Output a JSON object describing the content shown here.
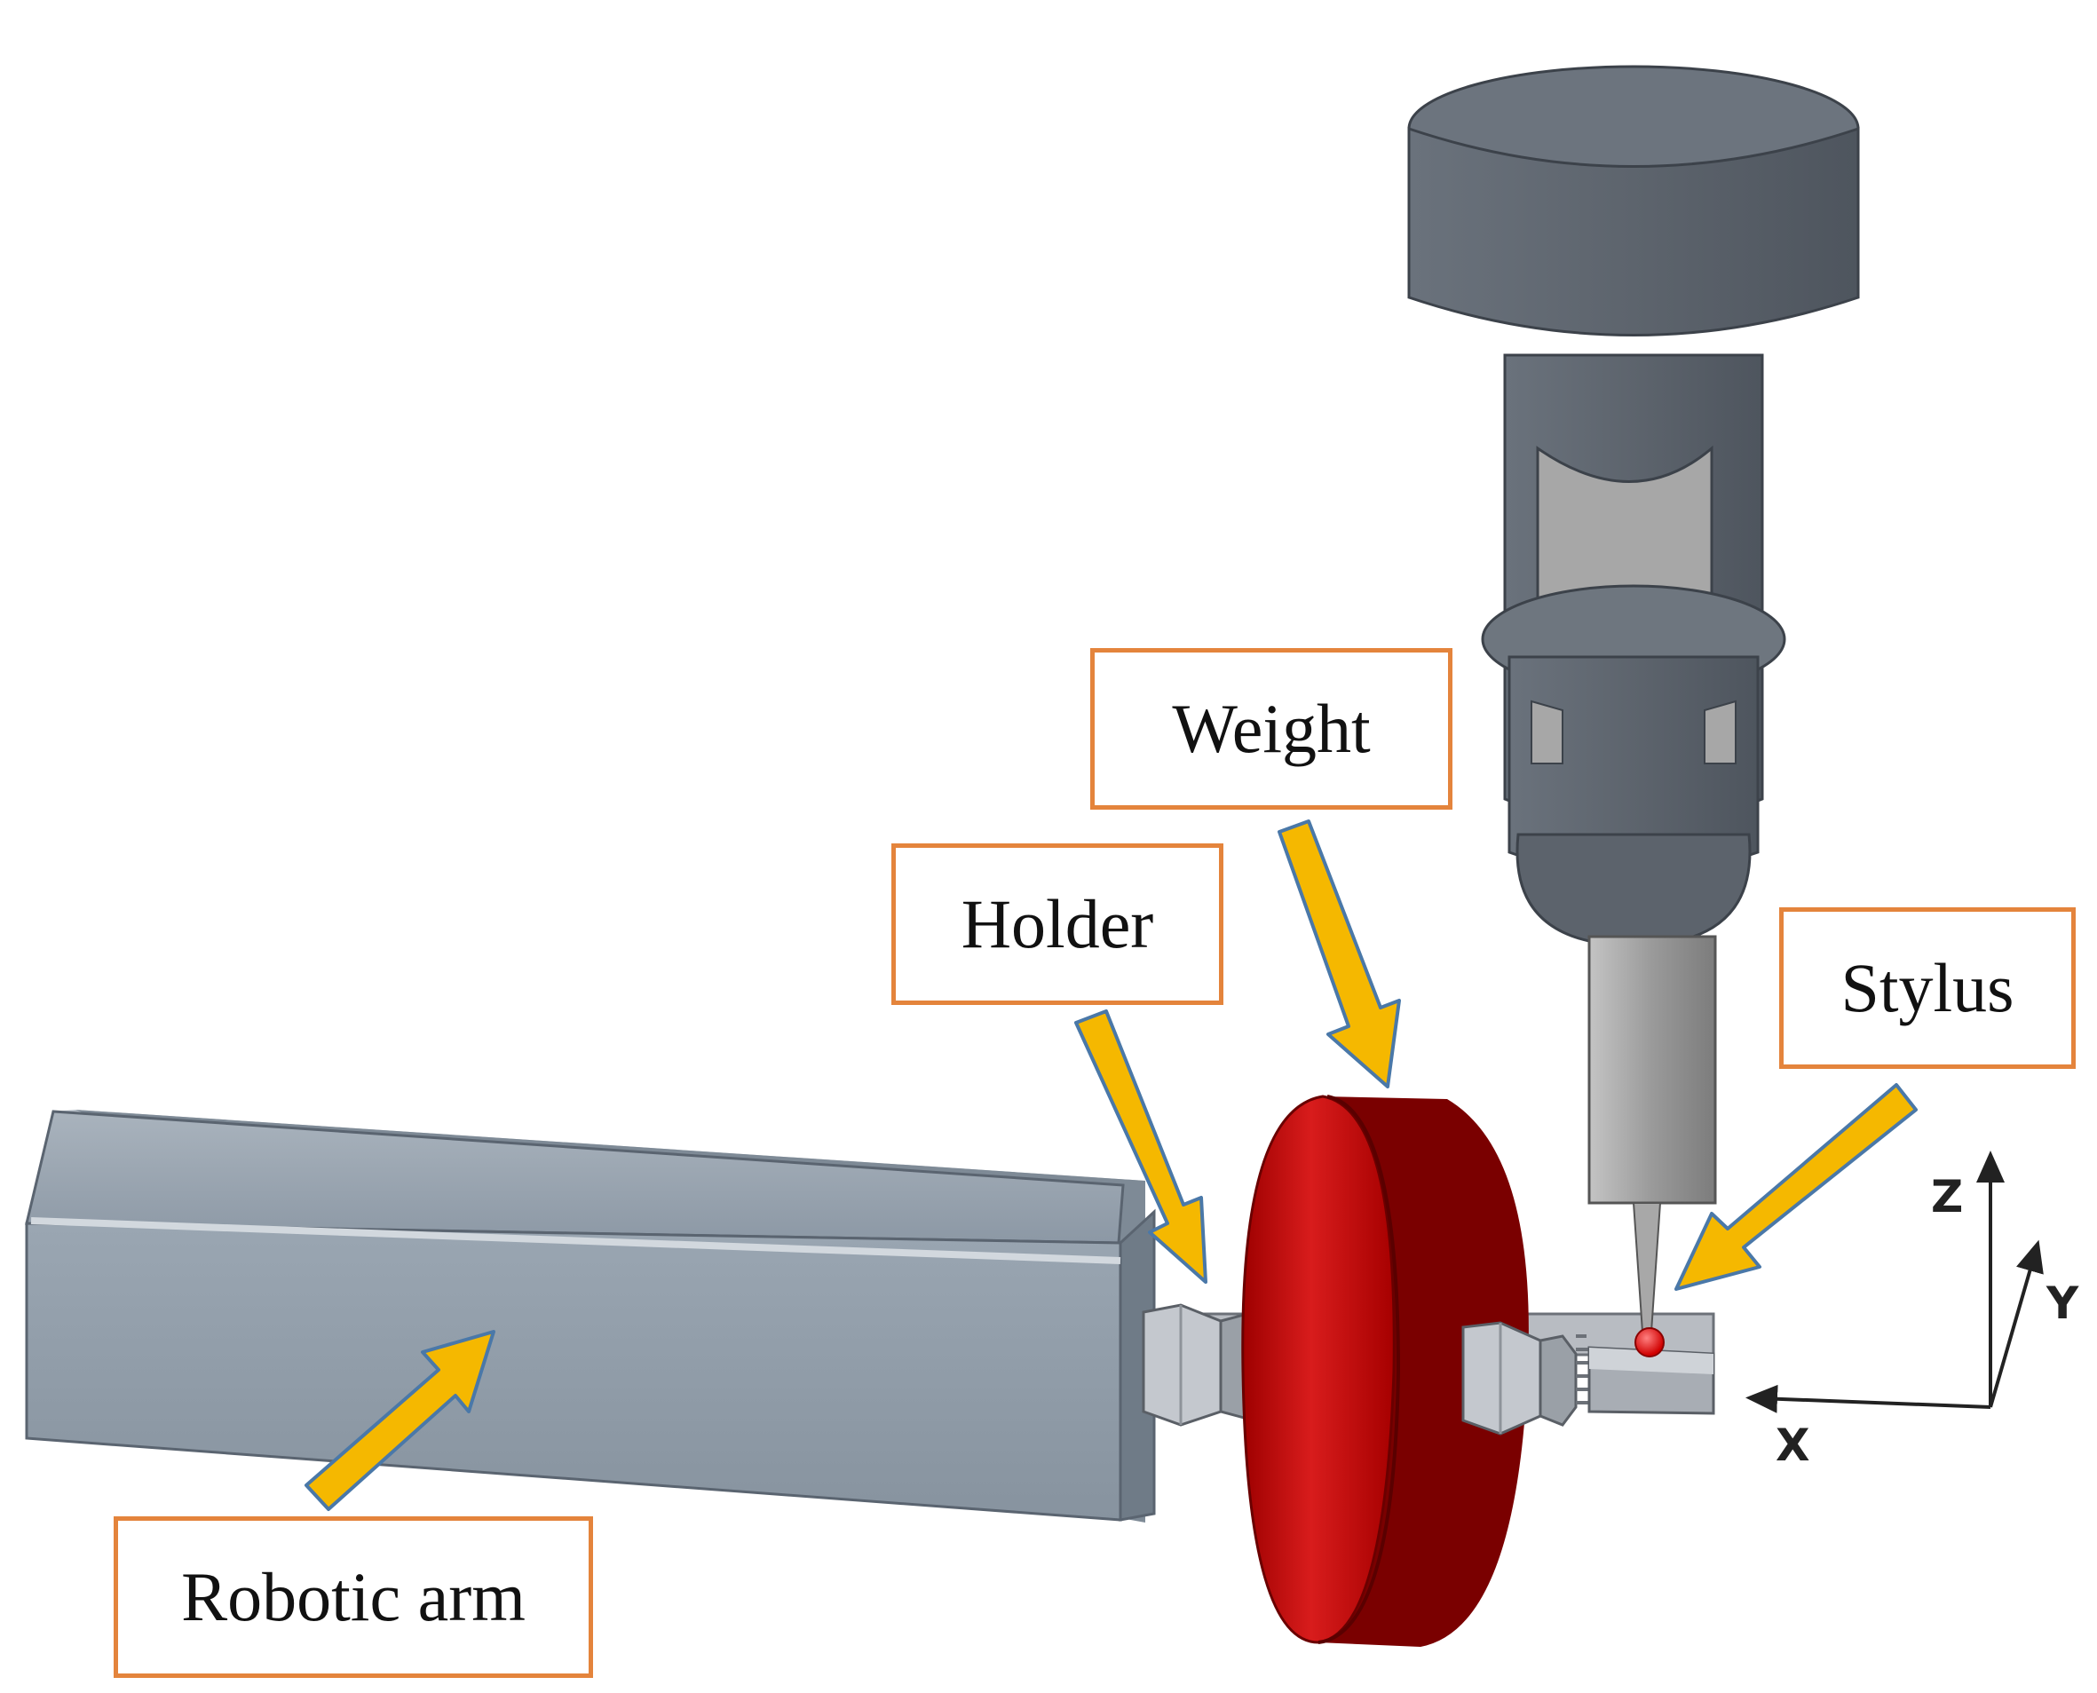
{
  "labels": {
    "weight": "Weight",
    "holder": "Holder",
    "stylus": "Stylus",
    "robotic_arm": "Robotic arm"
  },
  "axes": {
    "z": "Z",
    "y": "Y",
    "x": "X"
  },
  "colors": {
    "label_border": "#e4843c",
    "arrow_fill": "#f5b800",
    "arrow_outline": "#4a78a8",
    "arm": "#929eab",
    "weight": "#b30000",
    "probe_head": "#5f6670",
    "stylus_tip": "#e60000"
  }
}
